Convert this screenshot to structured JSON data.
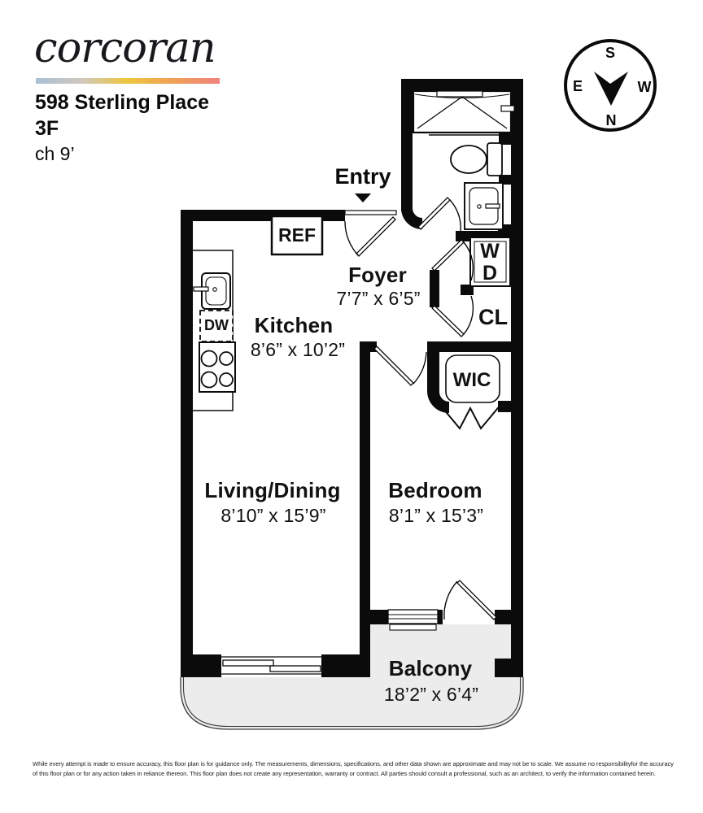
{
  "header": {
    "logo": "corcoran",
    "address": "598 Sterling Place",
    "unit": "3F",
    "ceiling_height": "ch 9’"
  },
  "compass": {
    "n": "N",
    "s": "S",
    "e": "E",
    "w": "W"
  },
  "plan": {
    "entry_label": "Entry",
    "rooms": {
      "foyer": {
        "name": "Foyer",
        "dims": "7’7” x 6’5”"
      },
      "kitchen": {
        "name": "Kitchen",
        "dims": "8’6” x 10’2”"
      },
      "living": {
        "name": "Living/Dining",
        "dims": "8’10” x 15’9”"
      },
      "bedroom": {
        "name": "Bedroom",
        "dims": "8’1” x 15’3”"
      },
      "balcony": {
        "name": "Balcony",
        "dims": "18’2” x 6’4”"
      }
    },
    "fixtures": {
      "refrigerator": "REF",
      "dishwasher": "DW",
      "washer": "W",
      "dryer": "D",
      "closet": "CL",
      "walk_in_closet": "WIC"
    }
  },
  "colors": {
    "wall": "#0b0b0b",
    "balcony_fill": "#ececec",
    "gradient": [
      "#a9c0d6",
      "#cfc9bd",
      "#eec53e",
      "#f0a057",
      "#ef827b"
    ]
  },
  "footer": {
    "line1": "While every attempt is made to ensure accuracy, this floor plan is for guidance only. The measurements, dimensions, specifications, and other data shown are approximate and may not be to scale. We assume no responsibilityfor the accuracy",
    "line2": "of this floor plan or for any action taken in reliance thereon. This floor plan does not create any representation, warranty or contract. All parties should consult a professional, such as an architect, to verify the information contained herein."
  }
}
